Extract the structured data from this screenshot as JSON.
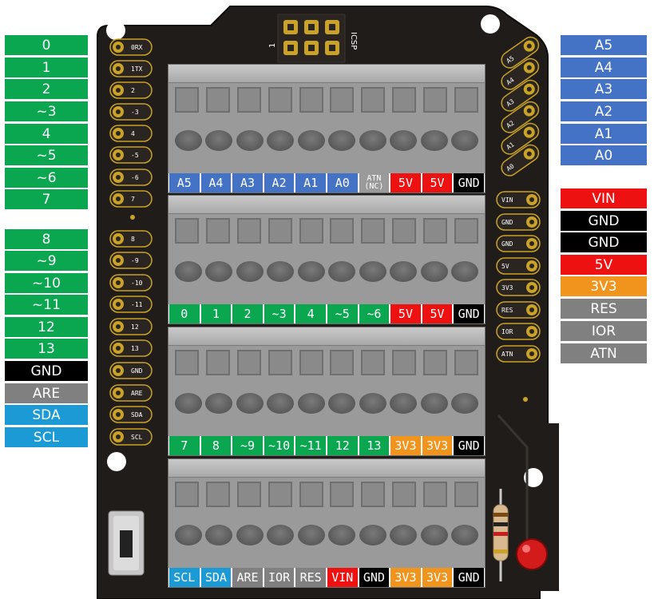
{
  "left_labels": [
    {
      "text": "0",
      "color": "#0aa650"
    },
    {
      "text": "1",
      "color": "#0aa650"
    },
    {
      "text": "2",
      "color": "#0aa650"
    },
    {
      "text": "~3",
      "color": "#0aa650"
    },
    {
      "text": "4",
      "color": "#0aa650"
    },
    {
      "text": "~5",
      "color": "#0aa650"
    },
    {
      "text": "~6",
      "color": "#0aa650"
    },
    {
      "text": "7",
      "color": "#0aa650"
    },
    {
      "text": "8",
      "color": "#0aa650"
    },
    {
      "text": "~9",
      "color": "#0aa650"
    },
    {
      "text": "~10",
      "color": "#0aa650"
    },
    {
      "text": "~11",
      "color": "#0aa650"
    },
    {
      "text": "12",
      "color": "#0aa650"
    },
    {
      "text": "13",
      "color": "#0aa650"
    },
    {
      "text": "GND",
      "color": "#000000"
    },
    {
      "text": "ARE",
      "color": "#808080"
    },
    {
      "text": "SDA",
      "color": "#1b9ad6"
    },
    {
      "text": "SCL",
      "color": "#1b9ad6"
    }
  ],
  "right_labels": [
    {
      "text": "A5",
      "color": "#4472c4"
    },
    {
      "text": "A4",
      "color": "#4472c4"
    },
    {
      "text": "A3",
      "color": "#4472c4"
    },
    {
      "text": "A2",
      "color": "#4472c4"
    },
    {
      "text": "A1",
      "color": "#4472c4"
    },
    {
      "text": "A0",
      "color": "#4472c4"
    },
    {
      "text": "VIN",
      "color": "#ee1111"
    },
    {
      "text": "GND",
      "color": "#000000"
    },
    {
      "text": "GND",
      "color": "#000000"
    },
    {
      "text": "5V",
      "color": "#ee1111"
    },
    {
      "text": "3V3",
      "color": "#f0941e"
    },
    {
      "text": "RES",
      "color": "#808080"
    },
    {
      "text": "IOR",
      "color": "#808080"
    },
    {
      "text": "ATN",
      "color": "#808080"
    }
  ],
  "board_left_pins": [
    "0RX",
    "1TX",
    "2",
    "-3",
    "4",
    "-5",
    "-6",
    "7",
    "8",
    "-9",
    "-10",
    "-11",
    "12",
    "13",
    "GND",
    "ARE",
    "SDA",
    "SCL"
  ],
  "board_right_pins": [
    "VIN",
    "GND",
    "GND",
    "5V",
    "3V3",
    "RES",
    "IOR",
    "ATN"
  ],
  "board_analog_pins": [
    "A5",
    "A4",
    "A3",
    "A2",
    "A1",
    "A0"
  ],
  "icsp": {
    "label": "ICSP",
    "pin1": "1"
  },
  "terminal_blocks": [
    {
      "cells": [
        {
          "text": "A5",
          "color": "#4472c4"
        },
        {
          "text": "A4",
          "color": "#4472c4"
        },
        {
          "text": "A3",
          "color": "#4472c4"
        },
        {
          "text": "A2",
          "color": "#4472c4"
        },
        {
          "text": "A1",
          "color": "#4472c4"
        },
        {
          "text": "A0",
          "color": "#4472c4"
        },
        {
          "text": "ATN",
          "sub": "(NC)",
          "color": "#9a9a9a"
        },
        {
          "text": "5V",
          "color": "#ee1111"
        },
        {
          "text": "5V",
          "color": "#ee1111"
        },
        {
          "text": "GND",
          "color": "#000000"
        }
      ]
    },
    {
      "cells": [
        {
          "text": "0",
          "color": "#0aa650"
        },
        {
          "text": "1",
          "color": "#0aa650"
        },
        {
          "text": "2",
          "color": "#0aa650"
        },
        {
          "text": "~3",
          "color": "#0aa650"
        },
        {
          "text": "4",
          "color": "#0aa650"
        },
        {
          "text": "~5",
          "color": "#0aa650"
        },
        {
          "text": "~6",
          "color": "#0aa650"
        },
        {
          "text": "5V",
          "color": "#ee1111"
        },
        {
          "text": "5V",
          "color": "#ee1111"
        },
        {
          "text": "GND",
          "color": "#000000"
        }
      ]
    },
    {
      "cells": [
        {
          "text": "7",
          "color": "#0aa650"
        },
        {
          "text": "8",
          "color": "#0aa650"
        },
        {
          "text": "~9",
          "color": "#0aa650"
        },
        {
          "text": "~10",
          "color": "#0aa650"
        },
        {
          "text": "~11",
          "color": "#0aa650"
        },
        {
          "text": "12",
          "color": "#0aa650"
        },
        {
          "text": "13",
          "color": "#0aa650"
        },
        {
          "text": "3V3",
          "color": "#f0941e"
        },
        {
          "text": "3V3",
          "color": "#f0941e"
        },
        {
          "text": "GND",
          "color": "#000000"
        }
      ]
    },
    {
      "cells": [
        {
          "text": "SCL",
          "color": "#1b9ad6"
        },
        {
          "text": "SDA",
          "color": "#1b9ad6"
        },
        {
          "text": "ARE",
          "color": "#808080"
        },
        {
          "text": "IOR",
          "color": "#808080"
        },
        {
          "text": "RES",
          "color": "#808080"
        },
        {
          "text": "VIN",
          "color": "#ee1111"
        },
        {
          "text": "GND",
          "color": "#000000"
        },
        {
          "text": "3V3",
          "color": "#f0941e"
        },
        {
          "text": "3V3",
          "color": "#f0941e"
        },
        {
          "text": "GND",
          "color": "#000000"
        }
      ]
    }
  ]
}
